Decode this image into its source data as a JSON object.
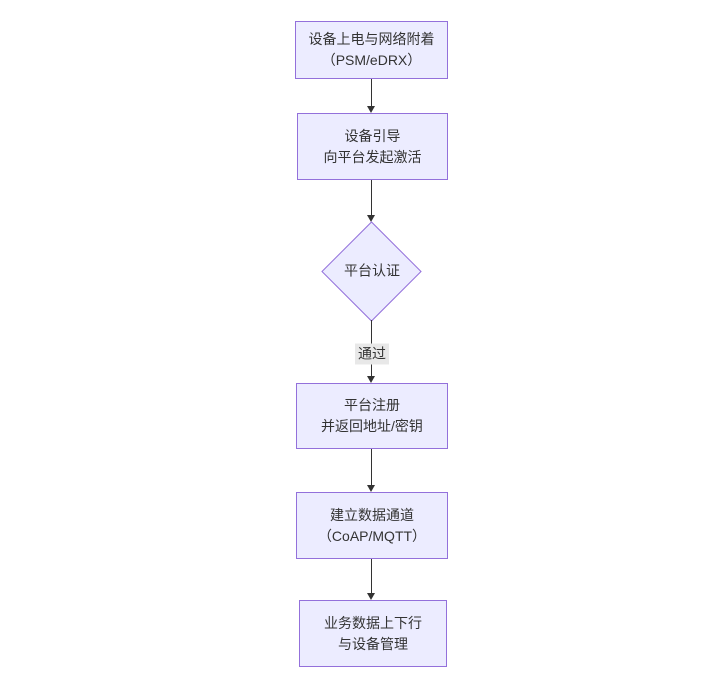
{
  "diagram": {
    "type": "flowchart",
    "direction": "top-down",
    "colors": {
      "node_fill": "#ECECFF",
      "node_border": "#9370DB",
      "text": "#333333",
      "edge": "#333333",
      "edge_label_bg": "#e8e8e8",
      "canvas_bg": "#ffffff"
    },
    "nodes": [
      {
        "id": "attach",
        "shape": "rect",
        "lines": [
          "设备上电与网络附着",
          "（PSM/eDRX）"
        ]
      },
      {
        "id": "bootstrap",
        "shape": "rect",
        "lines": [
          "设备引导",
          "向平台发起激活"
        ]
      },
      {
        "id": "auth",
        "shape": "diamond",
        "lines": [
          "平台认证"
        ]
      },
      {
        "id": "register",
        "shape": "rect",
        "lines": [
          "平台注册",
          "并返回地址/密钥"
        ]
      },
      {
        "id": "channel",
        "shape": "rect",
        "lines": [
          "建立数据通道",
          "（CoAP/MQTT）"
        ]
      },
      {
        "id": "business",
        "shape": "rect",
        "lines": [
          "业务数据上下行",
          "与设备管理"
        ]
      }
    ],
    "edges": [
      {
        "from": "attach",
        "to": "bootstrap",
        "label": ""
      },
      {
        "from": "bootstrap",
        "to": "auth",
        "label": ""
      },
      {
        "from": "auth",
        "to": "register",
        "label": "通过"
      },
      {
        "from": "register",
        "to": "channel",
        "label": ""
      },
      {
        "from": "channel",
        "to": "business",
        "label": ""
      }
    ]
  }
}
